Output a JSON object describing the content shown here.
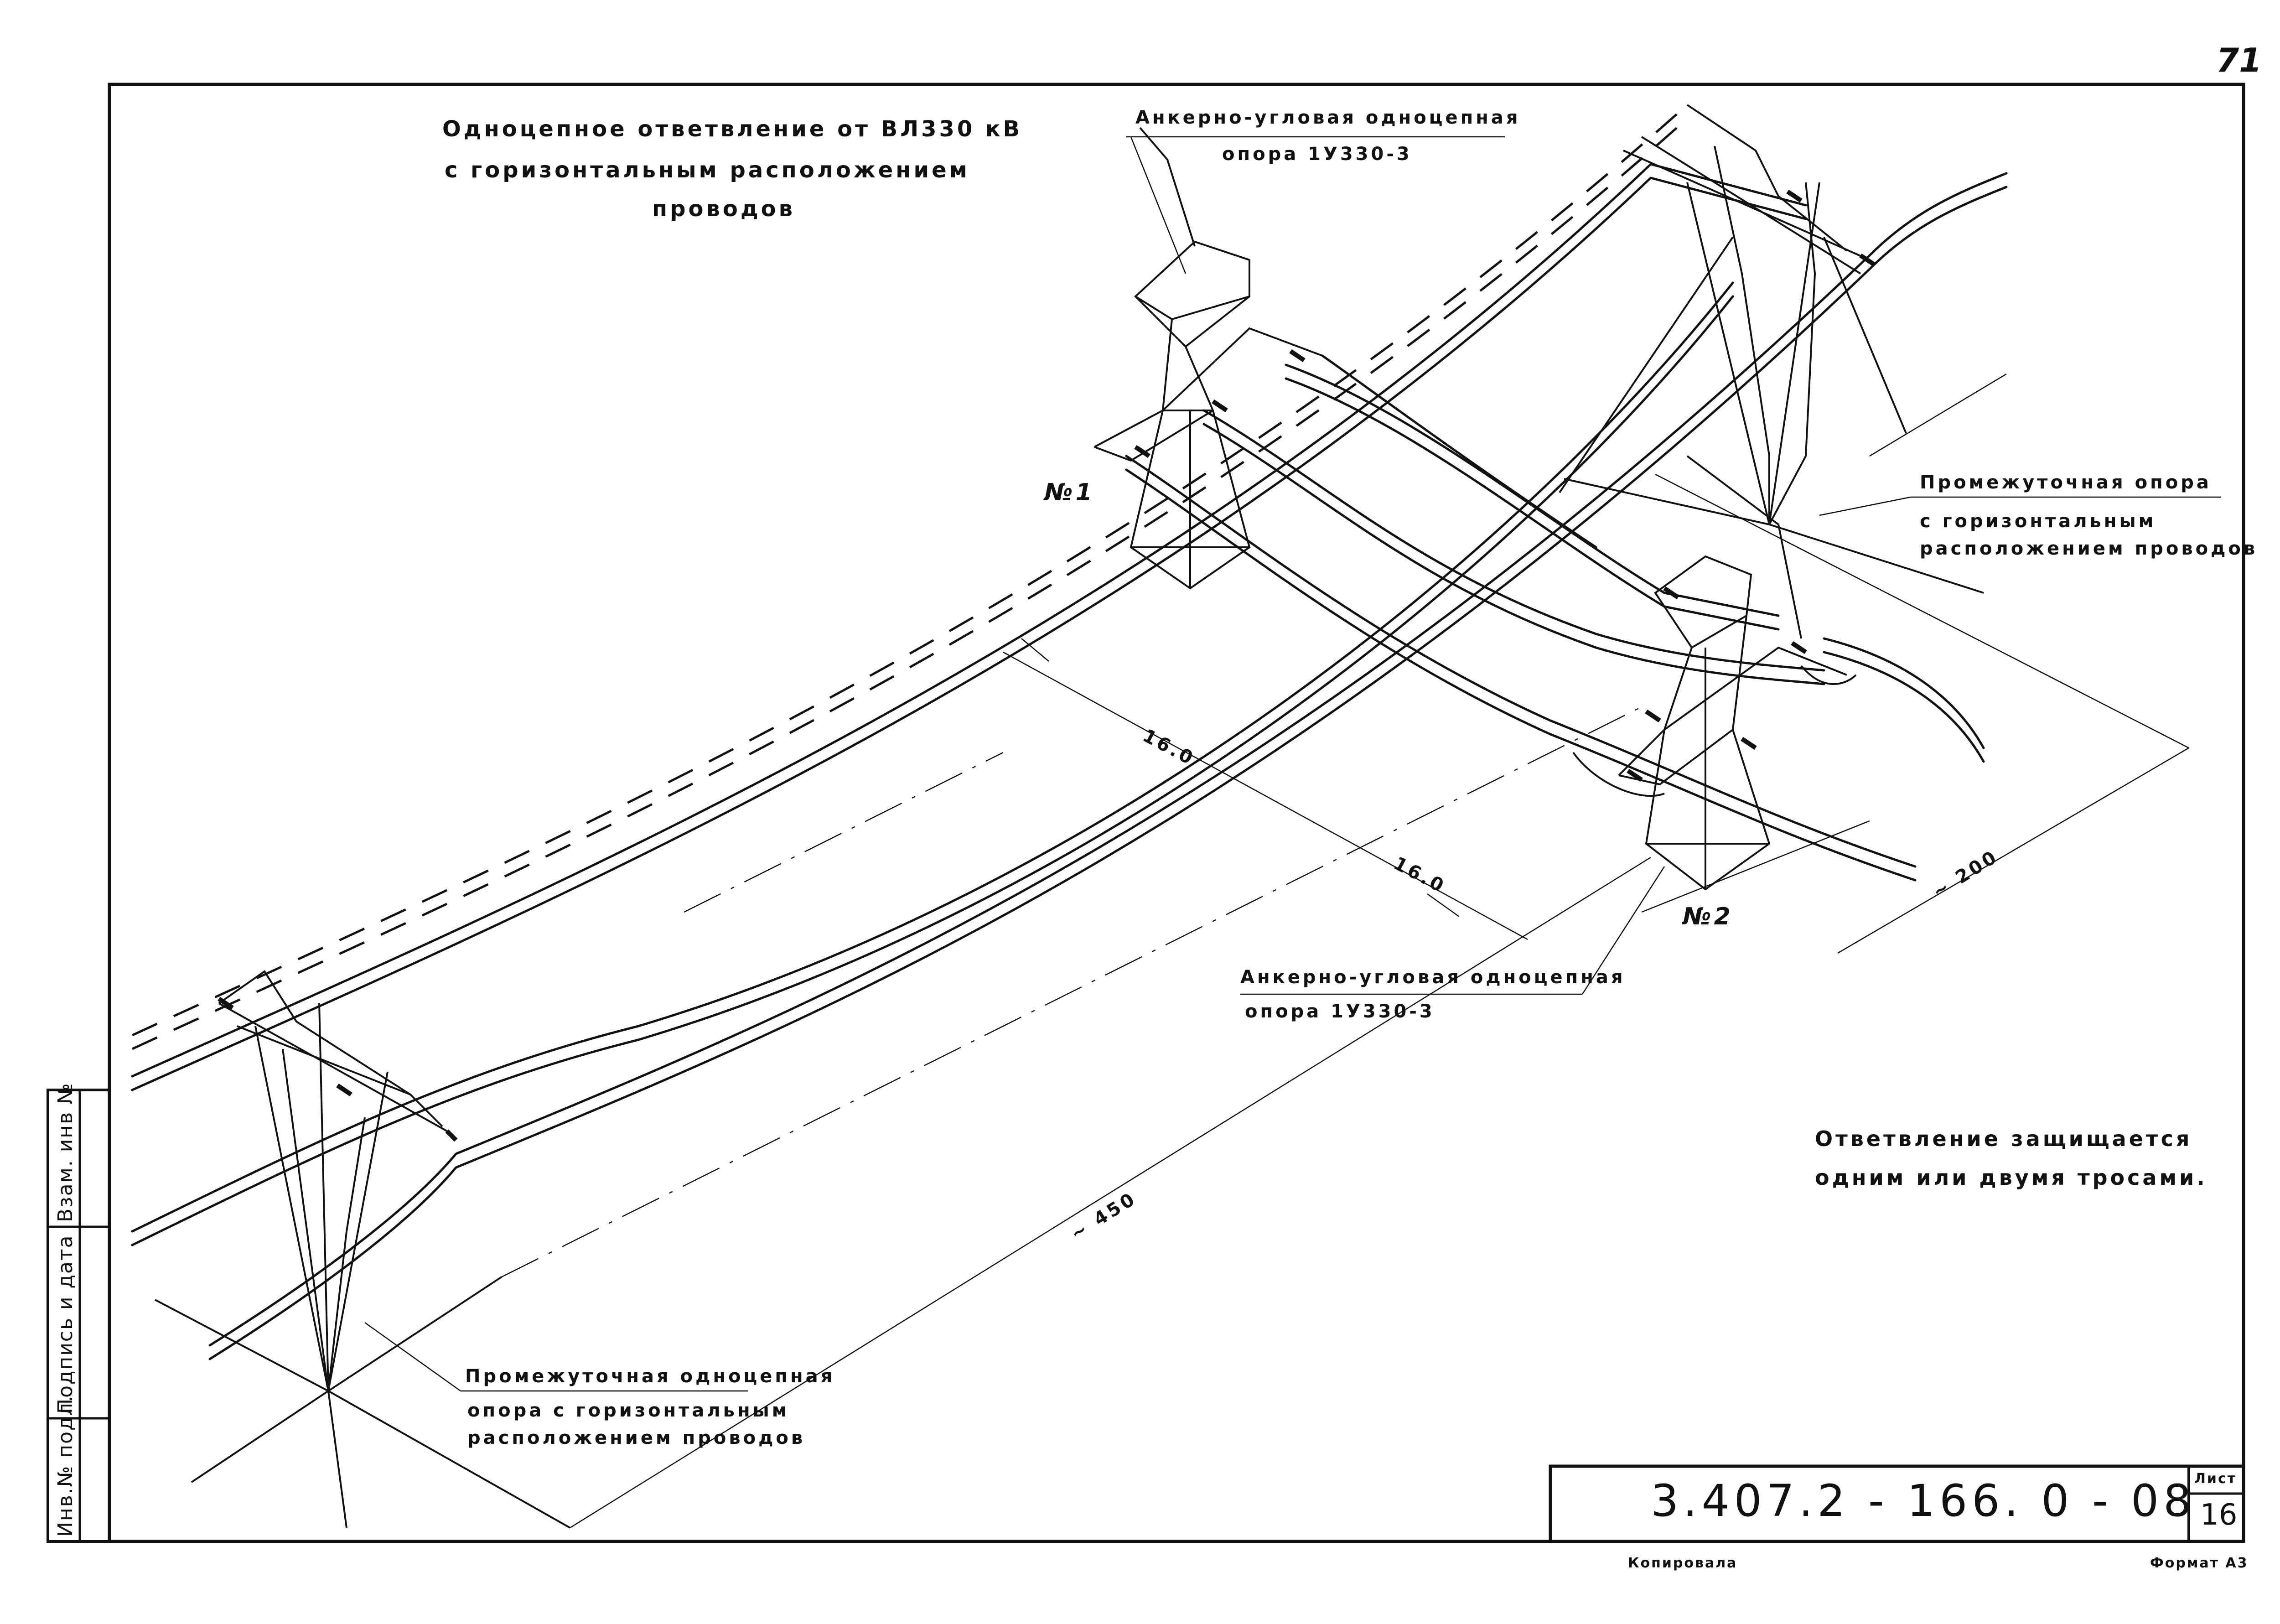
{
  "page": {
    "page_number": "71"
  },
  "title": {
    "line1": "Одноцепное ответвление от ВЛ330 кВ",
    "line2": "с горизонтальным расположением",
    "line3": "проводов"
  },
  "labels": {
    "anchor_top_line1": "Анкерно-угловая одноцепная",
    "anchor_top_line2": "опора 1У330-3",
    "intermediate_right_line1": "Промежуточная опора",
    "intermediate_right_line2": "с горизонтальным",
    "intermediate_right_line3": "расположением проводов",
    "anchor_bottom_line1": "Анкерно-угловая одноцепная",
    "anchor_bottom_line2": "опора 1У330-3",
    "intermediate_left_line1": "Промежуточная одноцепная",
    "intermediate_left_line2": "опора с горизонтальным",
    "intermediate_left_line3": "расположением проводов",
    "support_1": "№1",
    "support_2": "№2",
    "note_line1": "Ответвление защищается",
    "note_line2": "одним или двумя тросами."
  },
  "dimensions": {
    "d1": "16.0",
    "d2": "16.0",
    "d3": "~ 200",
    "d4": "~ 450"
  },
  "stamp": {
    "code": "3.407.2 - 166. 0 - 08",
    "sheet_label": "Лист",
    "sheet_number": "16"
  },
  "side_strip": {
    "inv_podl": "Инв.№ подл.",
    "signature_date": "Подпись и дата",
    "vzam_inv": "Взам. инв №"
  },
  "footer": {
    "copied": "Копировала",
    "format": "Формат А3"
  }
}
